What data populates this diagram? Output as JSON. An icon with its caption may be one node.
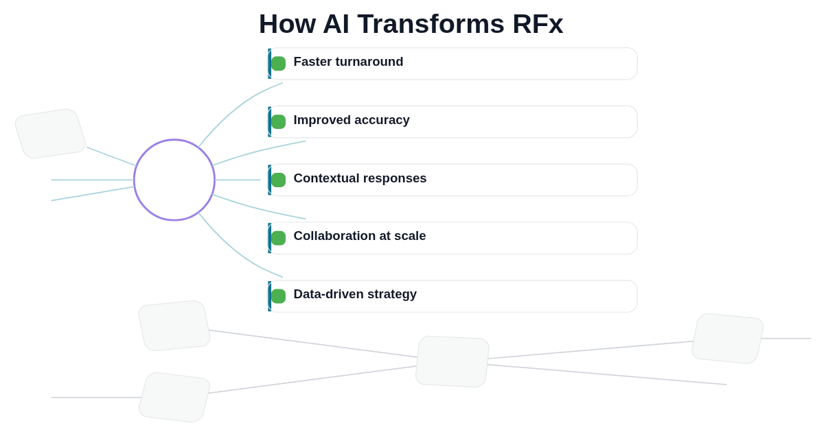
{
  "diagram": {
    "title": "How AI Transforms RFx",
    "nodes": [
      {
        "text": [],
        "shape": "box"
      },
      {
        "text": [],
        "shape": "box"
      },
      {
        "text": [],
        "shape": "box"
      },
      {
        "text": [],
        "shape": "box"
      },
      {
        "text": [],
        "shape": "box"
      },
      {
        "text": [],
        "shape": "circle"
      },
      {
        "text": [
          "Faster turnaround"
        ]
      },
      {
        "text": [
          "Improved accuracy"
        ]
      },
      {
        "text": [
          "Contextual responses"
        ]
      },
      {
        "text": [
          "Collaboration at scale"
        ]
      },
      {
        "text": [
          "Data-driven strategy"
        ]
      }
    ],
    "edges": [
      {
        "from": null,
        "to": 0,
        "arrow": "none",
        "color": "#d1d5db"
      },
      {
        "from": 0,
        "to": 2,
        "arrow": "none",
        "color": "#d1d5db"
      },
      {
        "from": 1,
        "to": 2,
        "arrow": "none",
        "color": "#d1d5db"
      },
      {
        "from": 2,
        "to": null,
        "arrow": "none",
        "color": "#d1d5db"
      },
      {
        "from": 2,
        "to": 4,
        "arrow": "none",
        "color": "#d1d5db"
      },
      {
        "from": 4,
        "to": null,
        "arrow": "none",
        "color": "#d1d5db"
      },
      {
        "from": null,
        "to": 5,
        "arrow": "none"
      },
      {
        "from": 3,
        "to": 5,
        "arrow": "none"
      },
      {
        "from": null,
        "to": 5,
        "arrow": "none"
      },
      {
        "from": 5,
        "to": 6,
        "arrow": "none"
      },
      {
        "from": 5,
        "to": 7,
        "arrow": "none"
      },
      {
        "from": 5,
        "to": 8,
        "arrow": "none"
      },
      {
        "from": 5,
        "to": 9,
        "arrow": "none"
      },
      {
        "from": 5,
        "to": 10,
        "arrow": "none"
      }
    ]
  }
}
